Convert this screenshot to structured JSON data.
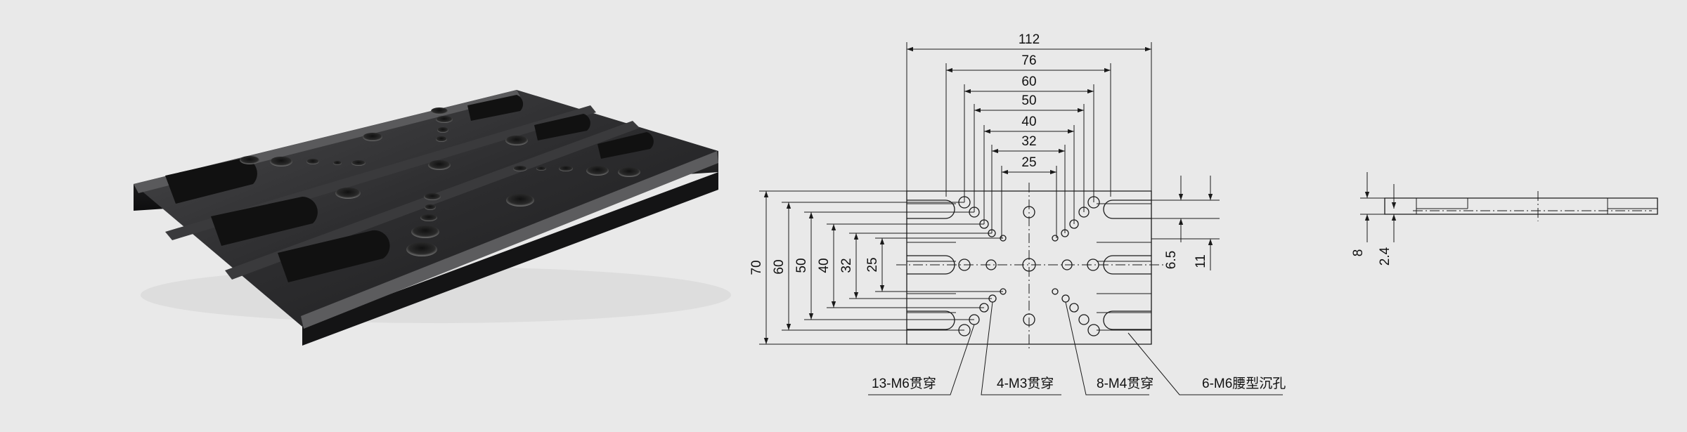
{
  "drawing": {
    "top_dims": [
      "112",
      "76",
      "60",
      "50",
      "40",
      "32",
      "25"
    ],
    "left_dims": [
      "70",
      "60",
      "50",
      "40",
      "32",
      "25"
    ],
    "right_dims": [
      "6.5",
      "11"
    ],
    "side_dims": [
      "8",
      "2.4"
    ],
    "callouts": [
      "13-M6贯穿",
      "4-M3贯穿",
      "8-M4贯穿",
      "6-M6腰型沉孔"
    ]
  }
}
